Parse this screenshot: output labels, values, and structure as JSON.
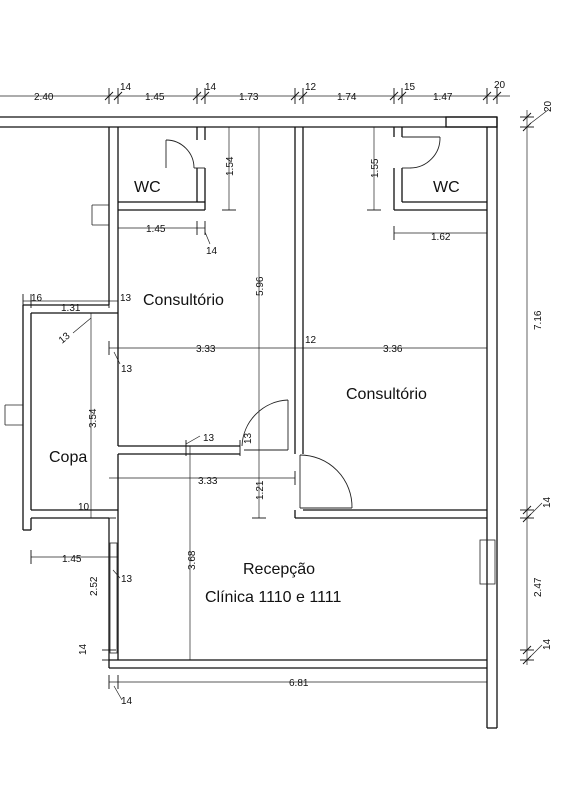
{
  "rooms": {
    "wc_left": "WC",
    "wc_right": "WC",
    "consultorio_left": "Consultório",
    "consultorio_right": "Consultório",
    "copa": "Copa",
    "recepcao": "Recepção",
    "clinica": "Clínica 1110 e 1111"
  },
  "dims": {
    "top_240": "2.40",
    "top_14a": "14",
    "top_145": "1.45",
    "top_14b": "14",
    "top_173": "1.73",
    "top_12": "12",
    "top_174": "1.74",
    "top_15": "15",
    "top_147": "1.47",
    "top_20": "20",
    "right_20": "20",
    "right_716": "7.16",
    "right_14a": "14",
    "right_247": "2.47",
    "right_14b": "14",
    "wc_left_h": "1.54",
    "wc_left_w": "1.45",
    "wc_left_14": "14",
    "wc_right_h": "1.55",
    "wc_right_w": "1.62",
    "cons_596": "5.96",
    "copa_16": "16",
    "copa_131": "1.31",
    "copa_13a": "13",
    "copa_13b": "13",
    "wall_13": "13",
    "mid_333": "3.33",
    "mid_12": "12",
    "mid_336": "3.36",
    "copa_354": "3.54",
    "door_13a": "13",
    "door_13b": "13",
    "rec_333": "3.33",
    "rec_121": "1.21",
    "copa_10": "10",
    "left_145": "1.45",
    "left_252": "2.52",
    "left_13": "13",
    "rec_368": "3.68",
    "left_14": "14",
    "bottom_681": "6.81",
    "bottom_14": "14"
  }
}
